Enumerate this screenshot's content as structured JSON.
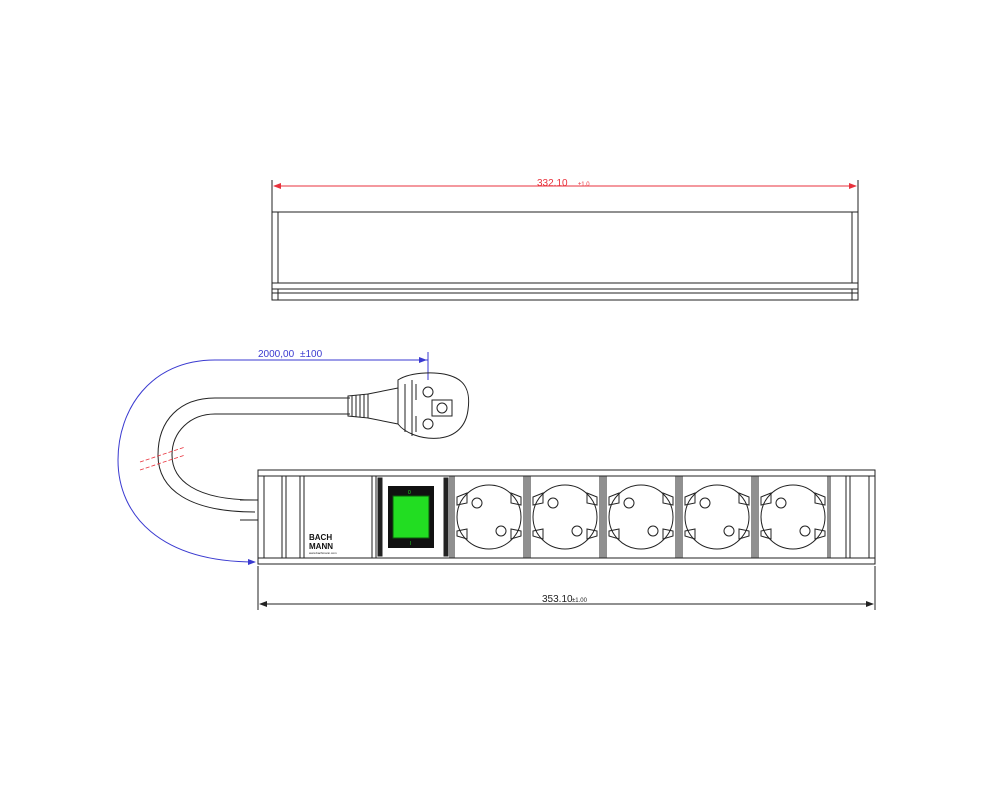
{
  "colors": {
    "line": "#222222",
    "red_dim": "#e8323c",
    "blue_dim": "#3a3ad0",
    "switch_green": "#22dd22",
    "switch_frame": "#111111"
  },
  "dimensions": {
    "top_length": {
      "value": "332.10",
      "tolerance": "±1.0"
    },
    "cable_length": {
      "value": "2000,00",
      "tolerance": "±100"
    },
    "bottom_length": {
      "value": "353.10",
      "tolerance": "±1.00"
    }
  },
  "logo": {
    "line1": "BACH",
    "line2": "MANN",
    "url": "www.bachmann.com"
  },
  "switch": {
    "top_mark": "0",
    "bottom_mark": "I"
  },
  "sockets": [
    {
      "id": "socket-1"
    },
    {
      "id": "socket-2"
    },
    {
      "id": "socket-3"
    },
    {
      "id": "socket-4"
    },
    {
      "id": "socket-5"
    }
  ]
}
